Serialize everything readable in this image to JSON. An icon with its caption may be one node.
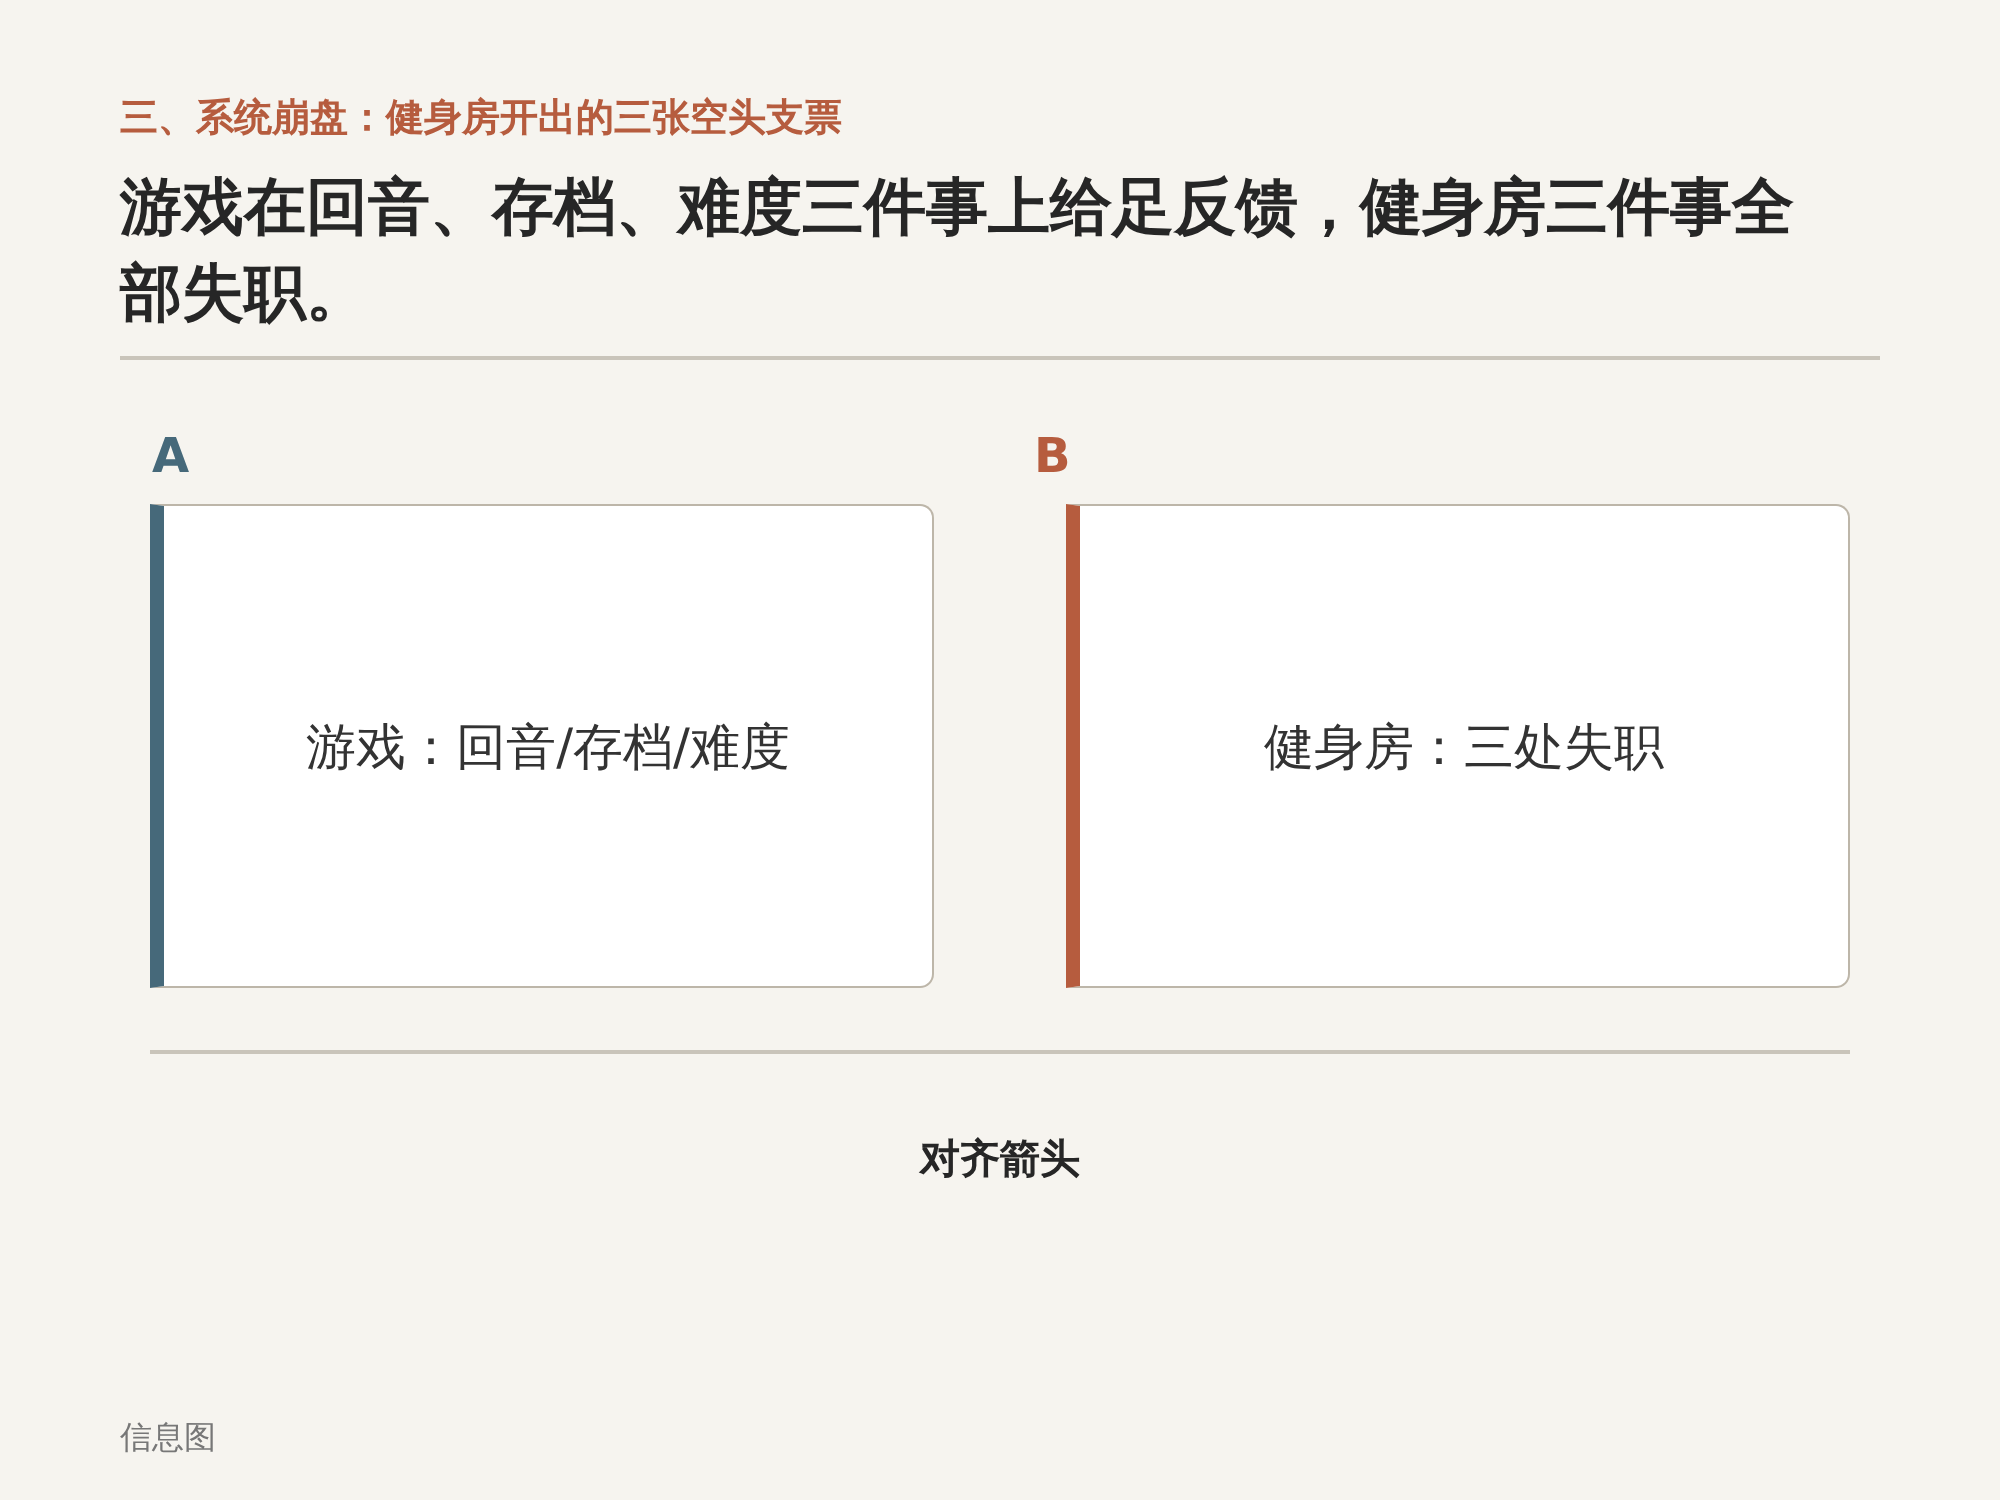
{
  "diagram": {
    "title": "游戏在回音、存档、难度三件事上给足反馈，健身房三件事全部失职。",
    "nodes": [
      {
        "text": [
          "A",
          "游戏：回音/存档/难度"
        ]
      },
      {
        "text": [
          "B",
          "健身房：三处失职"
        ]
      }
    ],
    "labels": [
      "三、系统崩盘：健身房开出的三张空头支票",
      "对齐箭头",
      "信息图"
    ]
  }
}
